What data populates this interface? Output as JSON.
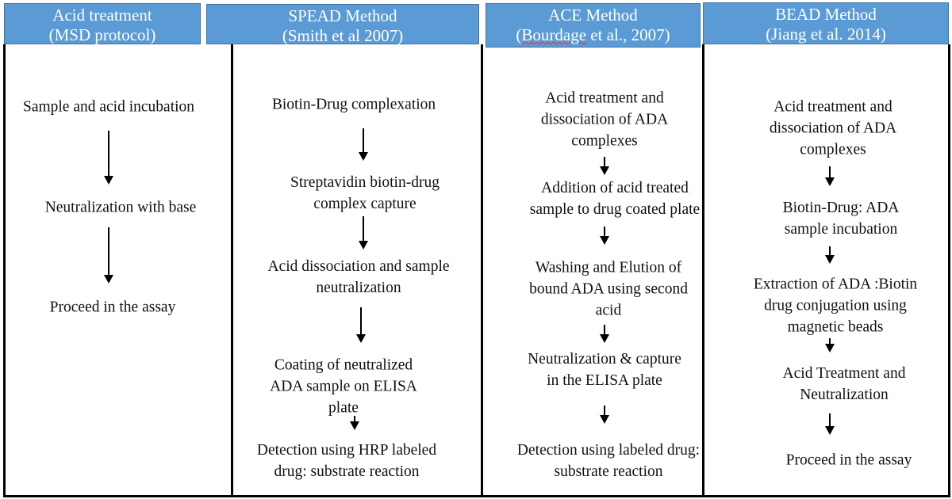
{
  "columns": [
    {
      "title": "Acid treatment",
      "subtitle": "(MSD protocol)",
      "steps": [
        [
          "Sample and acid incubation"
        ],
        [
          "Neutralization with base"
        ],
        [
          "Proceed in the assay"
        ]
      ]
    },
    {
      "title": "SPEAD Method",
      "subtitle": "(Smith et al 2007)",
      "steps": [
        [
          "Biotin-Drug complexation"
        ],
        [
          "Streptavidin biotin-drug",
          "complex capture"
        ],
        [
          "Acid dissociation and sample",
          "neutralization"
        ],
        [
          "Coating of neutralized",
          "ADA sample on ELISA",
          "plate"
        ],
        [
          "Detection using HRP labeled",
          "drug: substrate reaction"
        ]
      ]
    },
    {
      "title": "ACE Method",
      "subtitle_author": "Bourdage",
      "subtitle_rest": " et al., 2007)",
      "subtitle_open": "(",
      "steps": [
        [
          "Acid treatment and",
          "dissociation of ADA",
          "complexes"
        ],
        [
          "Addition of acid treated",
          "sample to drug coated plate"
        ],
        [
          "Washing and Elution of",
          "bound ADA using second",
          "acid"
        ],
        [
          "Neutralization & capture",
          "in the ELISA plate"
        ],
        [
          "Detection using labeled drug:",
          "substrate reaction"
        ]
      ]
    },
    {
      "title": "BEAD Method",
      "subtitle": "(Jiang et al. 2014)",
      "steps": [
        [
          "Acid treatment and",
          "dissociation of ADA",
          "complexes"
        ],
        [
          "Biotin-Drug: ADA",
          "sample incubation"
        ],
        [
          "Extraction of ADA :Biotin",
          "drug conjugation using",
          "magnetic beads"
        ],
        [
          "Acid Treatment and",
          "Neutralization"
        ],
        [
          "Proceed in the assay"
        ]
      ]
    }
  ],
  "colors": {
    "header": "#5b9bd5",
    "border": "#000000"
  }
}
